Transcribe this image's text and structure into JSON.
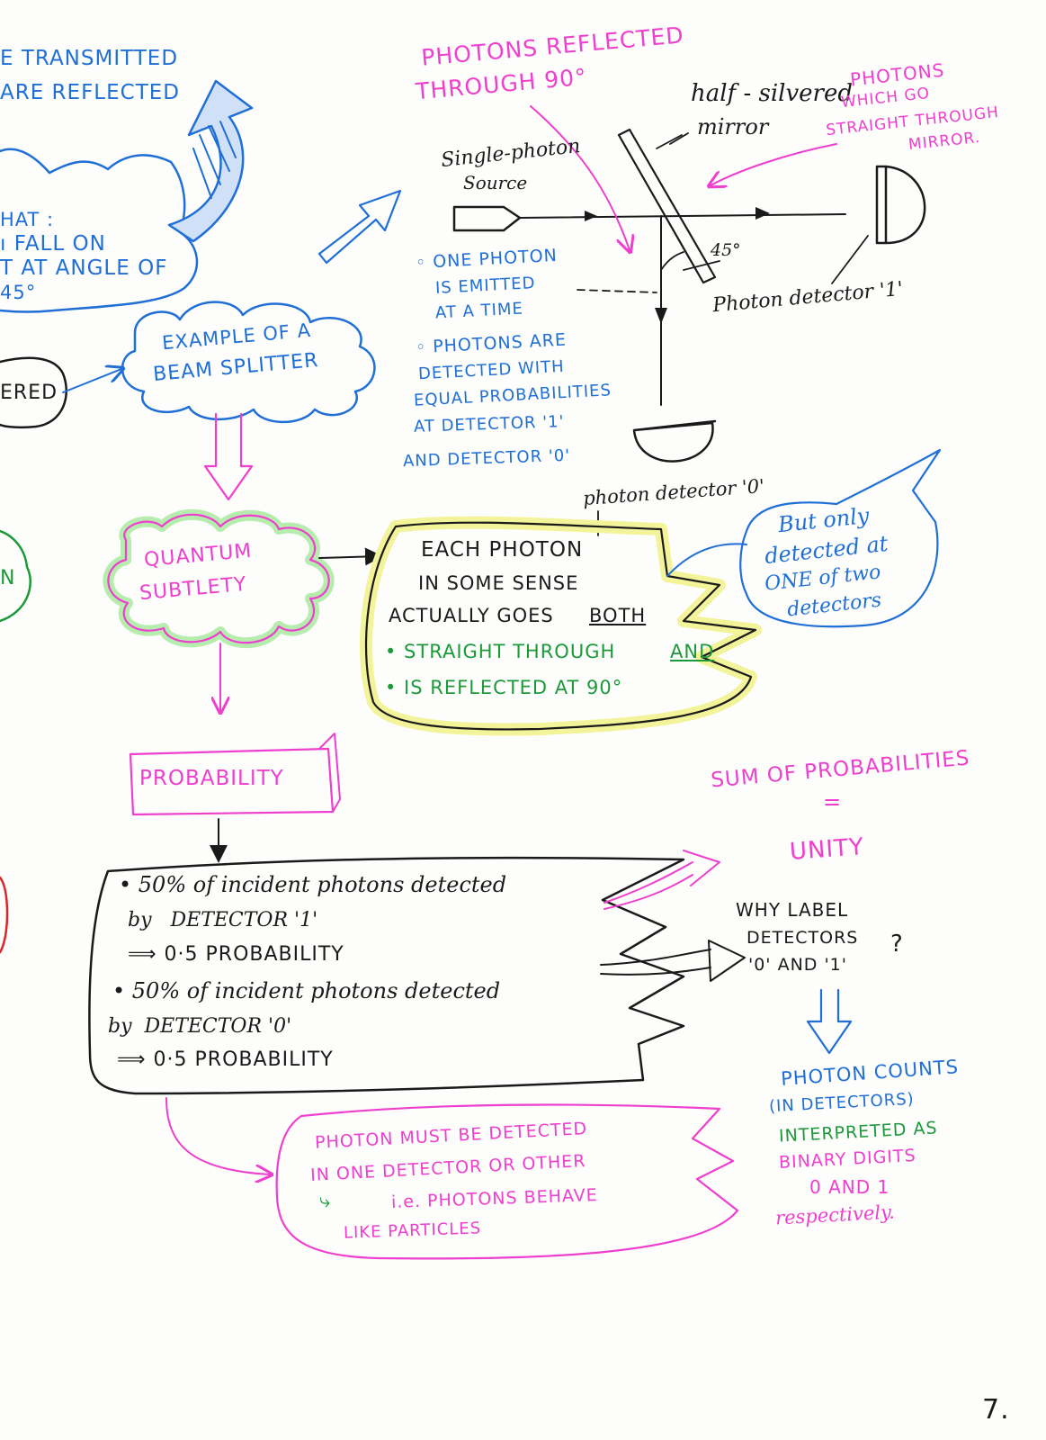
{
  "colors": {
    "blue": "#1f6fd6",
    "pink": "#ee3fcf",
    "green": "#1c9a3a",
    "black": "#1a1a1a",
    "red": "#d9262a",
    "yellow_highlight": "#f3f39a",
    "green_highlight": "#b6ecae"
  },
  "left_fragments": {
    "transmitted": "E TRANSMITTED",
    "reflected": "ARE REFLECTED",
    "hat": "HAT :",
    "fall_on_1": "ı FALL ON",
    "fall_on_2": "T AT ANGLE OF",
    "deg45": "45°",
    "ered": "ERED",
    "n": "N"
  },
  "diagram": {
    "photons_reflected_1": "PHOTONS REFLECTED",
    "photons_reflected_2": "THROUGH 90°",
    "half_silvered_1": "half - silvered",
    "half_silvered_2": "mirror",
    "straight_1": "PHOTONS",
    "straight_2": "WHICH GO",
    "straight_3": "STRAIGHT THROUGH",
    "straight_4": "MIRROR.",
    "source_1": "Single-photon",
    "source_2": "Source",
    "angle": "45°",
    "detector_1": "Photon detector '1'",
    "detector_0": "photon detector '0'"
  },
  "notes": {
    "one_photon_1": "◦ ONE PHOTON",
    "one_photon_2": "IS EMITTED",
    "one_photon_3": "AT A TIME",
    "equal_1": "◦ PHOTONS ARE",
    "equal_2": "DETECTED WITH",
    "equal_3": "EQUAL PROBABILITIES",
    "equal_4": "AT DETECTOR '1'",
    "equal_5": "AND DETECTOR '0'"
  },
  "beam_splitter": {
    "line1": "EXAMPLE OF A",
    "line2": "BEAM SPLITTER"
  },
  "quantum": {
    "line1": "QUANTUM",
    "line2": "SUBTLETY"
  },
  "each_photon": {
    "line1": "EACH PHOTON",
    "line2": "IN SOME SENSE",
    "line3": "ACTUALLY GOES",
    "both": "BOTH",
    "line4": "• STRAIGHT THROUGH",
    "and": "AND",
    "line5": "• IS REFLECTED AT 90°"
  },
  "but_only": {
    "line1": "But only",
    "line2": "detected at",
    "line3": "ONE of two",
    "line4": "detectors"
  },
  "probability": {
    "label": "PROBABILITY"
  },
  "fifty": {
    "line1": "• 50% of incident photons detected",
    "line2": "by   DETECTOR '1'",
    "line3": "⟹ 0·5 PROBABILITY",
    "line4": "• 50% of incident photons detected",
    "line5": "by  DETECTOR '0'",
    "line6": "⟹ 0·5 PROBABILITY"
  },
  "sum": {
    "line1": "SUM OF PROBABILITIES",
    "eq": "=",
    "line2": "UNITY"
  },
  "why": {
    "line1": "WHY LABEL",
    "line2": "DETECTORS",
    "line3": "'0' AND '1'",
    "q": "?"
  },
  "counts": {
    "line1": "PHOTON COUNTS",
    "line2": "(IN DETECTORS)",
    "line3": "INTERPRETED AS",
    "line4": "BINARY DIGITS",
    "line5": "0 AND 1",
    "line6": "respectively."
  },
  "particle": {
    "line1": "PHOTON MUST BE DETECTED",
    "line2": "IN ONE DETECTOR OR OTHER",
    "line3a": "⤷",
    "line3b": "i.e. PHOTONS BEHAVE",
    "line4": "LIKE PARTICLES"
  },
  "page_number": "7."
}
